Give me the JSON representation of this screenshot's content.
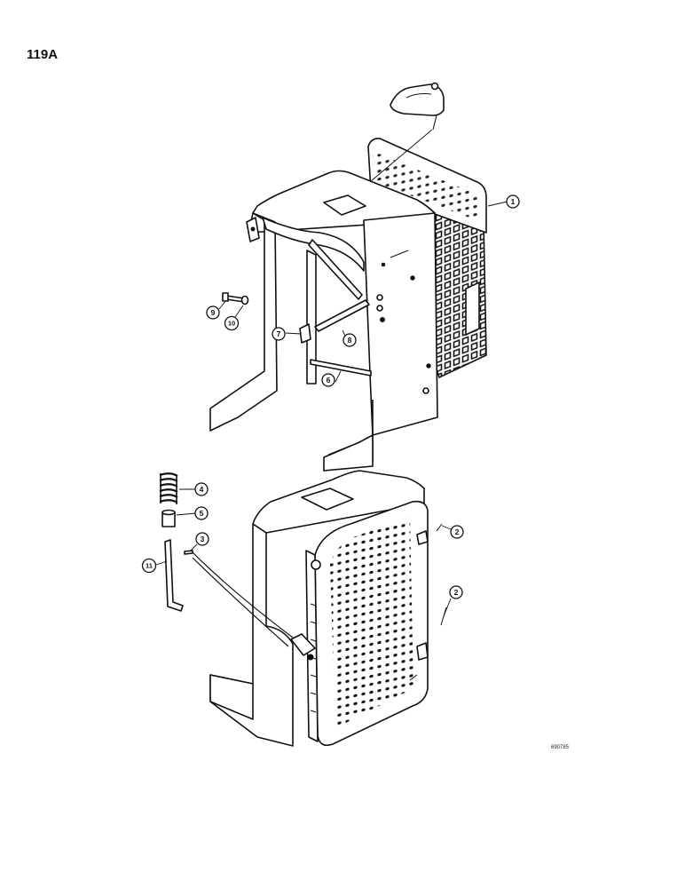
{
  "page": {
    "number": "119A"
  },
  "art_number": "690785",
  "callouts": [
    {
      "label": "1"
    },
    {
      "label": "2"
    },
    {
      "label": "2"
    },
    {
      "label": "3"
    },
    {
      "label": "4"
    },
    {
      "label": "5"
    },
    {
      "label": "6"
    },
    {
      "label": "7"
    },
    {
      "label": "8"
    },
    {
      "label": "9"
    },
    {
      "label": "10"
    },
    {
      "label": "11"
    }
  ]
}
